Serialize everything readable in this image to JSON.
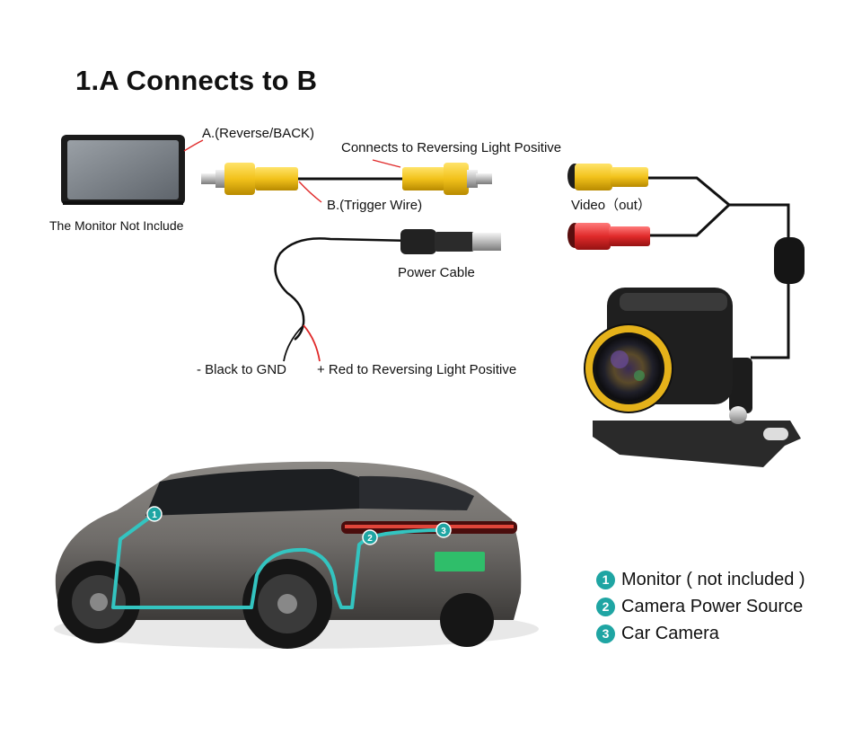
{
  "title": "1.A Connects to B",
  "labels": {
    "monitor_not_included": "The Monitor Not Include",
    "reverse_back": "A.(Reverse/BACK)",
    "connects_positive": "Connects to Reversing Light Positive",
    "trigger_wire": "B.(Trigger Wire)",
    "video_out": "Video（out）",
    "power_cable": "Power Cable",
    "black_gnd": "- Black to GND",
    "red_positive": "+ Red to Reversing Light Positive"
  },
  "legend": [
    {
      "num": "1",
      "text": "Monitor ( not included )"
    },
    {
      "num": "2",
      "text": "Camera Power Source"
    },
    {
      "num": "3",
      "text": "Car Camera"
    }
  ],
  "car_markers": [
    "1",
    "2",
    "3"
  ],
  "colors": {
    "accent": "#1fa5a3",
    "rca_yellow": "#f2c21b",
    "rca_red": "#e02a2a",
    "lens_ring": "#e5b21a",
    "plate": "#2fbe6a"
  },
  "icons": [
    "monitor-icon",
    "rca-connector-icon",
    "dc-power-plug-icon",
    "camera-icon",
    "car-icon"
  ]
}
